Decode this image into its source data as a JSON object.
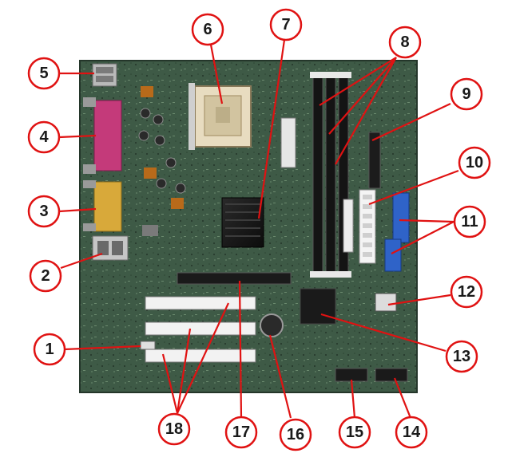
{
  "diagram": {
    "callouts": [
      {
        "id": "1",
        "label": "1"
      },
      {
        "id": "2",
        "label": "2"
      },
      {
        "id": "3",
        "label": "3"
      },
      {
        "id": "4",
        "label": "4"
      },
      {
        "id": "5",
        "label": "5"
      },
      {
        "id": "6",
        "label": "6"
      },
      {
        "id": "7",
        "label": "7"
      },
      {
        "id": "8",
        "label": "8"
      },
      {
        "id": "9",
        "label": "9"
      },
      {
        "id": "10",
        "label": "10"
      },
      {
        "id": "11",
        "label": "11"
      },
      {
        "id": "12",
        "label": "12"
      },
      {
        "id": "13",
        "label": "13"
      },
      {
        "id": "14",
        "label": "14"
      },
      {
        "id": "15",
        "label": "15"
      },
      {
        "id": "16",
        "label": "16"
      },
      {
        "id": "17",
        "label": "17"
      },
      {
        "id": "18",
        "label": "18"
      }
    ]
  },
  "colors": {
    "board": "#3e5a46",
    "callout_stroke": "#e01212",
    "parallel_port": "#c43a7a",
    "vga_port": "#d8a93a",
    "ide_connector": "#2f63c8"
  }
}
